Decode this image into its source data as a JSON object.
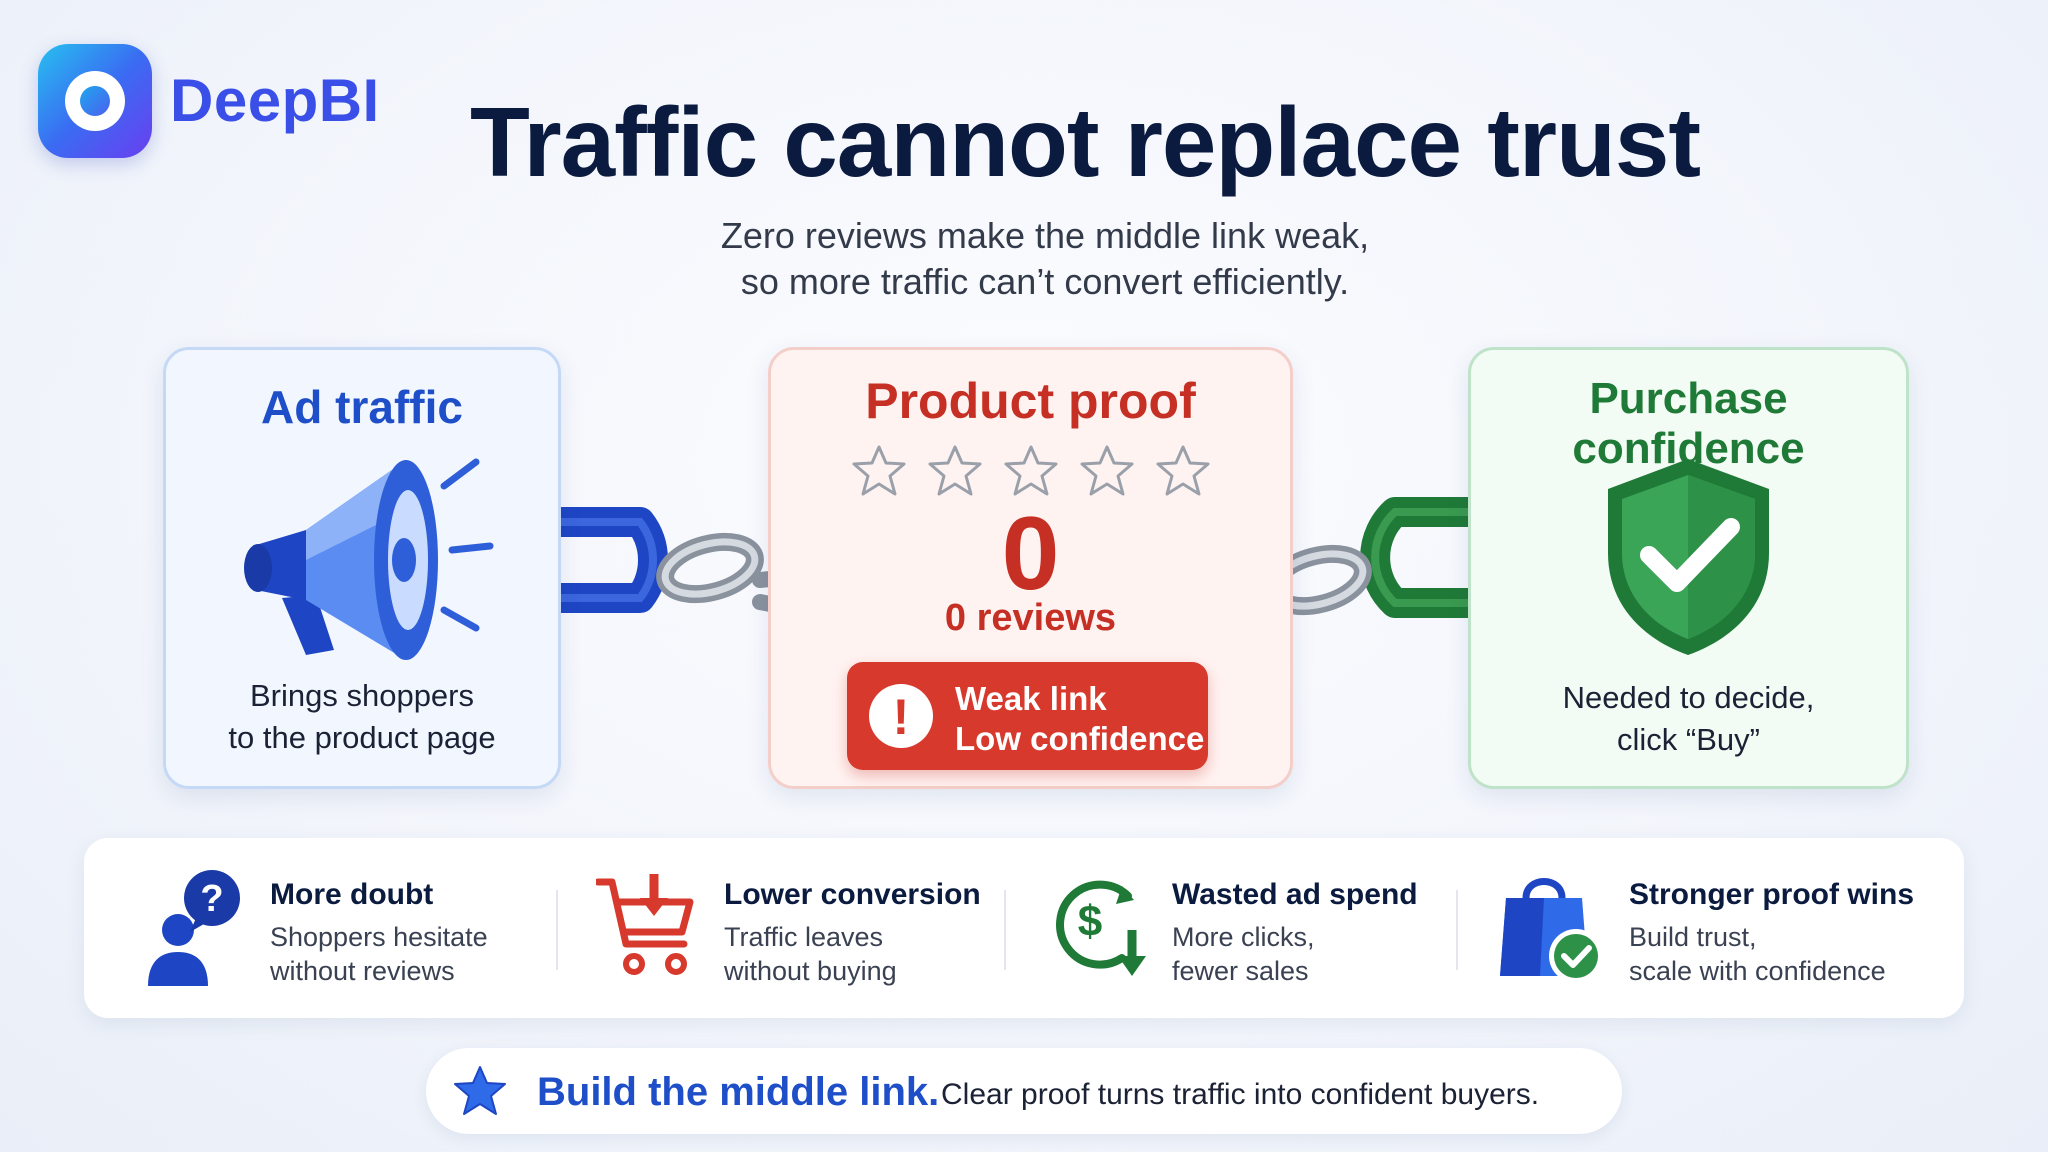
{
  "brand": {
    "name": "DeepBI"
  },
  "title": "Traffic cannot replace trust",
  "subtitle": {
    "line1": "Zero reviews make the middle link weak,",
    "line2": "so more traffic can’t convert efficiently."
  },
  "cards": {
    "ad": {
      "title": "Ad traffic",
      "desc1": "Brings shoppers",
      "desc2": "to the product page",
      "icon": "megaphone-icon"
    },
    "proof": {
      "title": "Product proof",
      "rating": 0,
      "max_stars": 5,
      "count": "0",
      "reviews_label": "0 reviews",
      "badge_line1": "Weak link",
      "badge_line2": "Low confidence",
      "badge_mark": "!"
    },
    "confidence": {
      "title": "Purchase confidence",
      "desc1": "Needed to decide,",
      "desc2": "click “Buy”",
      "icon": "shield-check-icon"
    }
  },
  "impacts": [
    {
      "title": "More doubt",
      "desc1": "Shoppers hesitate",
      "desc2": "without reviews",
      "icon": "person-question-icon"
    },
    {
      "title": "Lower conversion",
      "desc1": "Traffic leaves",
      "desc2": "without buying",
      "icon": "cart-down-icon"
    },
    {
      "title": "Wasted ad spend",
      "desc1": "More clicks,",
      "desc2": "fewer sales",
      "icon": "dollar-down-icon"
    },
    {
      "title": "Stronger proof wins",
      "desc1": "Build trust,",
      "desc2": "scale with confidence",
      "icon": "bag-check-icon"
    }
  ],
  "cta": {
    "strong": "Build the middle link.",
    "rest": "Clear proof turns traffic into confident buyers.",
    "icon": "star-icon"
  },
  "colors": {
    "blue": "#1f4fc8",
    "red": "#c62f24",
    "green": "#1f7a37",
    "brand": "#3a4ee8"
  }
}
